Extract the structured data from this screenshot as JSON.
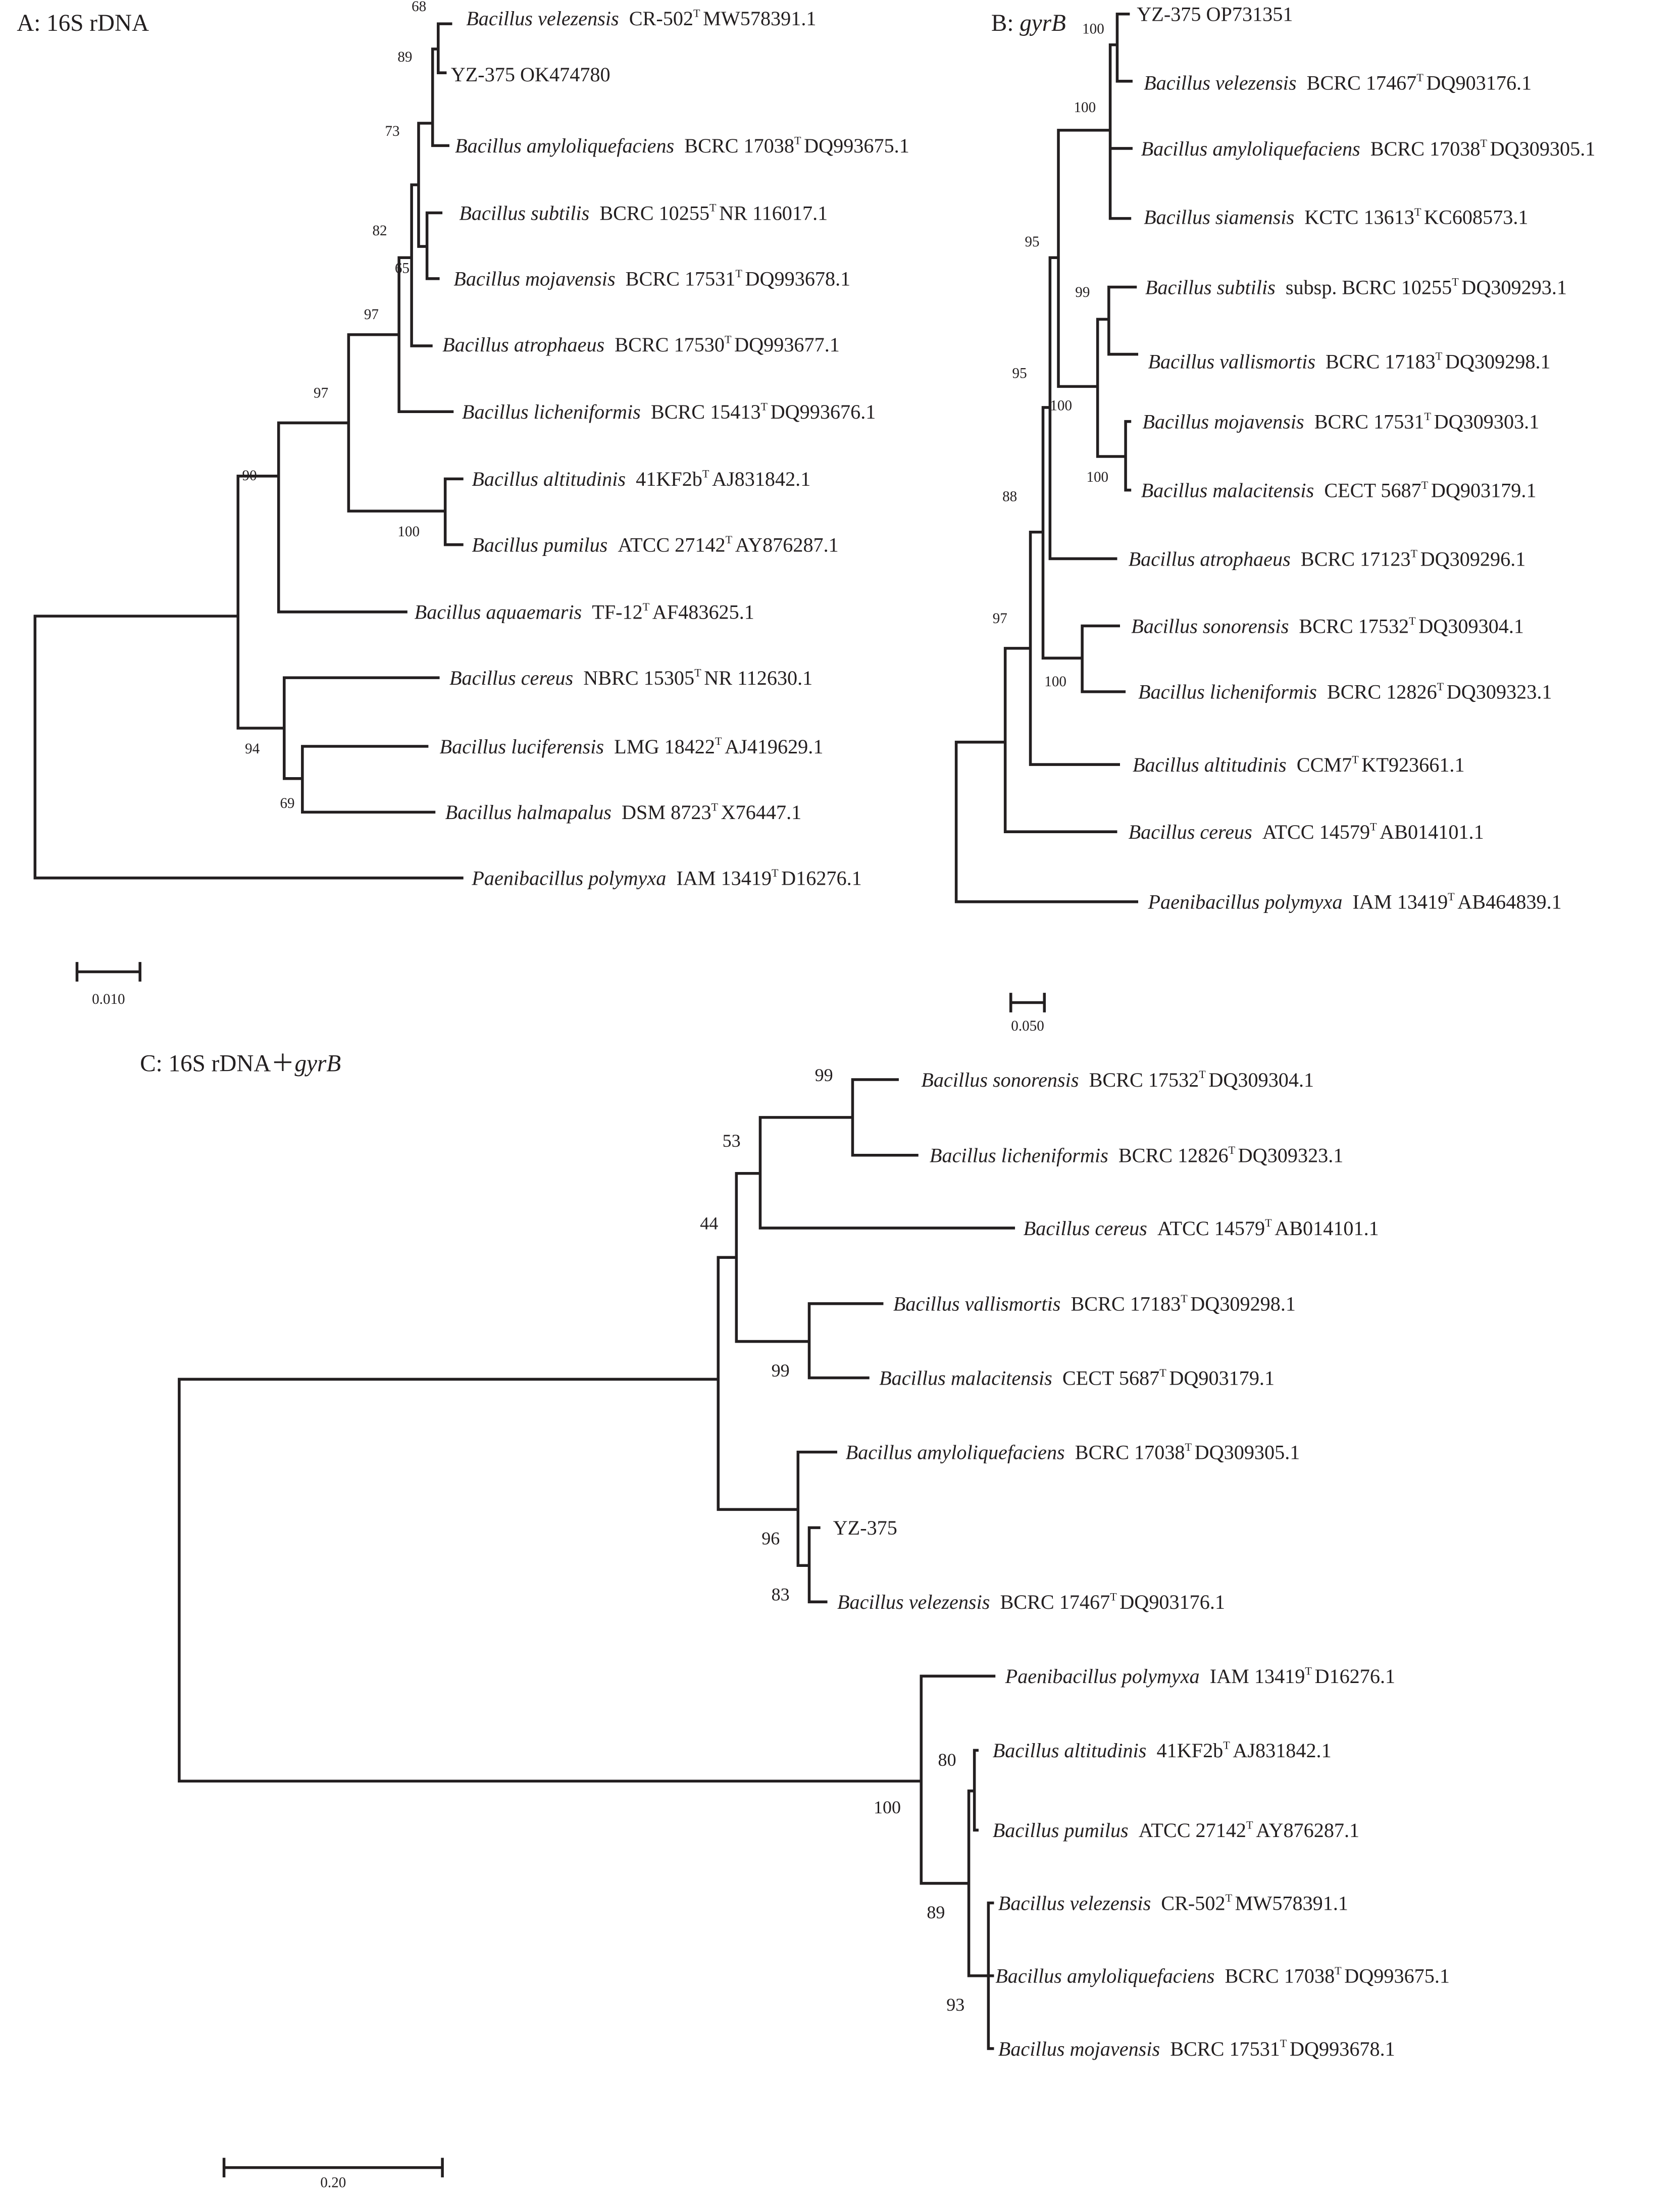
{
  "panels": [
    {
      "title": "A: 16S rDNA",
      "title_prefix": "A: 16S rDNA",
      "title_italic": "",
      "scale_label": "0.010",
      "leaves": [
        {
          "species": "Bacillus velezensis",
          "strain": "CR-502",
          "type_mark": "T",
          "accession": "MW578391.1"
        },
        {
          "species": "",
          "strain": "YZ-375 OK474780",
          "type_mark": "",
          "accession": ""
        },
        {
          "species": "Bacillus amyloliquefaciens",
          "strain": "BCRC 17038",
          "type_mark": "T",
          "accession": "DQ993675.1"
        },
        {
          "species": "Bacillus subtilis",
          "strain": "BCRC 10255",
          "type_mark": "T",
          "accession": "NR 116017.1"
        },
        {
          "species": "Bacillus mojavensis",
          "strain": "BCRC 17531",
          "type_mark": "T",
          "accession": "DQ993678.1"
        },
        {
          "species": "Bacillus atrophaeus",
          "strain": "BCRC 17530",
          "type_mark": "T",
          "accession": "DQ993677.1"
        },
        {
          "species": "Bacillus licheniformis",
          "strain": "BCRC 15413",
          "type_mark": "T",
          "accession": "DQ993676.1"
        },
        {
          "species": "Bacillus altitudinis",
          "strain": "41KF2b",
          "type_mark": "T",
          "accession": "AJ831842.1"
        },
        {
          "species": "Bacillus pumilus",
          "strain": "ATCC 27142",
          "type_mark": "T",
          "accession": "AY876287.1"
        },
        {
          "species": "Bacillus aquaemaris",
          "strain": "TF-12",
          "type_mark": "T",
          "accession": "AF483625.1"
        },
        {
          "species": "Bacillus cereus",
          "strain": "NBRC 15305",
          "type_mark": "T",
          "accession": "NR 112630.1"
        },
        {
          "species": "Bacillus luciferensis",
          "strain": "LMG 18422",
          "type_mark": "T",
          "accession": "AJ419629.1"
        },
        {
          "species": "Bacillus halmapalus",
          "strain": "DSM 8723",
          "type_mark": "T",
          "accession": "X76447.1"
        },
        {
          "species": "Paenibacillus polymyxa",
          "strain": "IAM 13419",
          "type_mark": "T",
          "accession": "D16276.1"
        }
      ],
      "bootstrap": [
        "68",
        "89",
        "73",
        "82",
        "65",
        "97",
        "97",
        "100",
        "90",
        "94",
        "69"
      ]
    },
    {
      "title": "B: gyrB",
      "title_prefix": "B: ",
      "title_italic": "gyrB",
      "scale_label": "0.050",
      "leaves": [
        {
          "species": "",
          "strain": "YZ-375 OP731351",
          "type_mark": "",
          "accession": ""
        },
        {
          "species": "Bacillus velezensis",
          "strain": "BCRC 17467",
          "type_mark": "T",
          "accession": "DQ903176.1"
        },
        {
          "species": "Bacillus amyloliquefaciens",
          "strain": "BCRC 17038",
          "type_mark": "T",
          "accession": "DQ309305.1"
        },
        {
          "species": "Bacillus siamensis",
          "strain": "KCTC 13613",
          "type_mark": "T",
          "accession": "KC608573.1"
        },
        {
          "species": "Bacillus subtilis",
          "strain": "subsp. BCRC 10255",
          "type_mark": "T",
          "accession": "DQ309293.1"
        },
        {
          "species": "Bacillus vallismortis",
          "strain": "BCRC 17183",
          "type_mark": "T",
          "accession": "DQ309298.1"
        },
        {
          "species": "Bacillus mojavensis",
          "strain": "BCRC 17531",
          "type_mark": "T",
          "accession": "DQ309303.1"
        },
        {
          "species": "Bacillus malacitensis",
          "strain": "CECT 5687",
          "type_mark": "T",
          "accession": "DQ903179.1"
        },
        {
          "species": "Bacillus atrophaeus",
          "strain": "BCRC 17123",
          "type_mark": "T",
          "accession": "DQ309296.1"
        },
        {
          "species": "Bacillus sonorensis",
          "strain": "BCRC 17532",
          "type_mark": "T",
          "accession": "DQ309304.1"
        },
        {
          "species": "Bacillus licheniformis",
          "strain": "BCRC 12826",
          "type_mark": "T",
          "accession": "DQ309323.1"
        },
        {
          "species": "Bacillus altitudinis",
          "strain": "CCM7",
          "type_mark": "T",
          "accession": "KT923661.1"
        },
        {
          "species": "Bacillus cereus",
          "strain": "ATCC 14579",
          "type_mark": "T",
          "accession": "AB014101.1"
        },
        {
          "species": "Paenibacillus polymyxa",
          "strain": "IAM 13419",
          "type_mark": "T",
          "accession": "AB464839.1"
        }
      ],
      "bootstrap": [
        "100",
        "100",
        "95",
        "99",
        "95",
        "100",
        "100",
        "88",
        "97",
        "100"
      ]
    },
    {
      "title": "C: 16S rDNA+gyrB",
      "title_prefix": "C: 16S rDNA＋",
      "title_italic": "gyrB",
      "scale_label": "0.20",
      "leaves": [
        {
          "species": "Bacillus sonorensis",
          "strain": "BCRC 17532",
          "type_mark": "T",
          "accession": "DQ309304.1"
        },
        {
          "species": "Bacillus licheniformis",
          "strain": "BCRC 12826",
          "type_mark": "T",
          "accession": "DQ309323.1"
        },
        {
          "species": "Bacillus cereus",
          "strain": "ATCC 14579",
          "type_mark": "T",
          "accession": "AB014101.1"
        },
        {
          "species": "Bacillus vallismortis",
          "strain": "BCRC 17183",
          "type_mark": "T",
          "accession": "DQ309298.1"
        },
        {
          "species": "Bacillus malacitensis",
          "strain": "CECT 5687",
          "type_mark": "T",
          "accession": "DQ903179.1"
        },
        {
          "species": "Bacillus amyloliquefaciens",
          "strain": "BCRC 17038",
          "type_mark": "T",
          "accession": "DQ309305.1"
        },
        {
          "species": "",
          "strain": "YZ-375",
          "type_mark": "",
          "accession": ""
        },
        {
          "species": "Bacillus velezensis",
          "strain": "BCRC 17467",
          "type_mark": "T",
          "accession": "DQ903176.1"
        },
        {
          "species": "Paenibacillus polymyxa",
          "strain": "IAM 13419",
          "type_mark": "T",
          "accession": "D16276.1"
        },
        {
          "species": "Bacillus altitudinis",
          "strain": "41KF2b",
          "type_mark": "T",
          "accession": "AJ831842.1"
        },
        {
          "species": "Bacillus pumilus",
          "strain": "ATCC 27142",
          "type_mark": "T",
          "accession": "AY876287.1"
        },
        {
          "species": "Bacillus velezensis",
          "strain": "CR-502",
          "type_mark": "T",
          "accession": "MW578391.1"
        },
        {
          "species": "Bacillus amyloliquefaciens",
          "strain": "BCRC 17038",
          "type_mark": "T",
          "accession": "DQ993675.1"
        },
        {
          "species": "Bacillus mojavensis",
          "strain": "BCRC 17531",
          "type_mark": "T",
          "accession": "DQ993678.1"
        }
      ],
      "bootstrap": [
        "99",
        "53",
        "44",
        "99",
        "96",
        "83",
        "80",
        "100",
        "89",
        "93"
      ]
    }
  ]
}
